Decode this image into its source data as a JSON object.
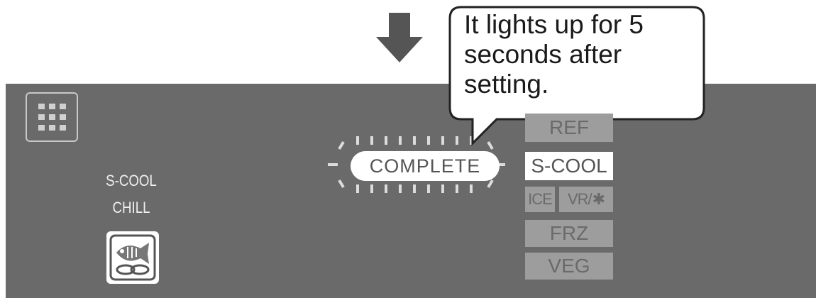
{
  "callout": {
    "lines": [
      "It lights up for 5",
      "seconds after",
      "setting."
    ]
  },
  "left": {
    "mode_line1": "S-COOL",
    "mode_line2": "CHILL",
    "menu_icon": "grid-menu-icon",
    "food_icon": "fish-icon"
  },
  "center": {
    "complete_label": "COMPLETE"
  },
  "modes": {
    "ref": "REF",
    "scool": "S-COOL",
    "ice": "ICE",
    "vr": "VR/",
    "vr_icon": "snowflake-icon",
    "frz": "FRZ",
    "veg": "VEG",
    "active": "S-COOL"
  },
  "colors": {
    "panel": "#6a6a6a",
    "chip_inactive": "#9d9d9d",
    "chip_active": "#ffffff",
    "arrow": "#555555"
  }
}
